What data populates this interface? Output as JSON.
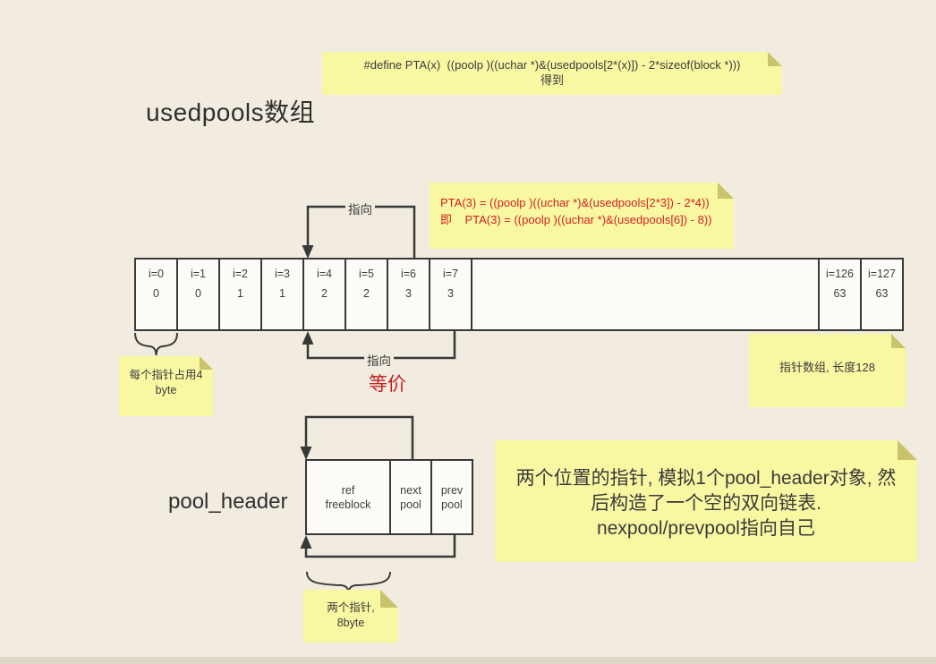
{
  "title": "usedpools数组",
  "colors": {
    "background": "#f1ecdf",
    "note_yellow": "#f8f8a3",
    "note_fold": "#c9c46c",
    "line_dark": "#383838",
    "accent_red": "#d32020"
  },
  "notes": {
    "define": {
      "line1": "#define PTA(x)  ((poolp )((uchar *)&(usedpools[2*(x)]) - 2*sizeof(block *)))",
      "line2": "得到"
    },
    "pta3": {
      "line1": "PTA(3) = ((poolp )((uchar *)&(usedpools[2*3]) - 2*4))",
      "line2": "即    PTA(3) = ((poolp )((uchar *)&(usedpools[6]) - 8))"
    },
    "per_pointer": {
      "line1": "每个指针占用4",
      "line2": "byte"
    },
    "array_len": {
      "text": "指针数组, 长度128"
    },
    "two_pointers": {
      "line1": "两个指针,",
      "line2": "8byte"
    },
    "big": {
      "line1": "两个位置的指针, 模拟1个pool_header对象, 然",
      "line2": "后构造了一个空的双向链表.",
      "line3": "nexpool/prevpool指向自己"
    }
  },
  "labels": {
    "points_to_top": "指向",
    "points_to_bottom": "指向",
    "equivalent": "等价",
    "pool_header": "pool_header"
  },
  "array": {
    "cells": [
      {
        "index": "i=0",
        "value": "0"
      },
      {
        "index": "i=1",
        "value": "0"
      },
      {
        "index": "i=2",
        "value": "1"
      },
      {
        "index": "i=3",
        "value": "1"
      },
      {
        "index": "i=4",
        "value": "2"
      },
      {
        "index": "i=5",
        "value": "2"
      },
      {
        "index": "i=6",
        "value": "3"
      },
      {
        "index": "i=7",
        "value": "3"
      }
    ],
    "tail_cells": [
      {
        "index": "i=126",
        "value": "63"
      },
      {
        "index": "i=127",
        "value": "63"
      }
    ]
  },
  "pool_struct": {
    "cells": [
      {
        "line1": "ref",
        "line2": "freeblock"
      },
      {
        "line1": "next",
        "line2": "pool"
      },
      {
        "line1": "prev",
        "line2": "pool"
      }
    ]
  }
}
